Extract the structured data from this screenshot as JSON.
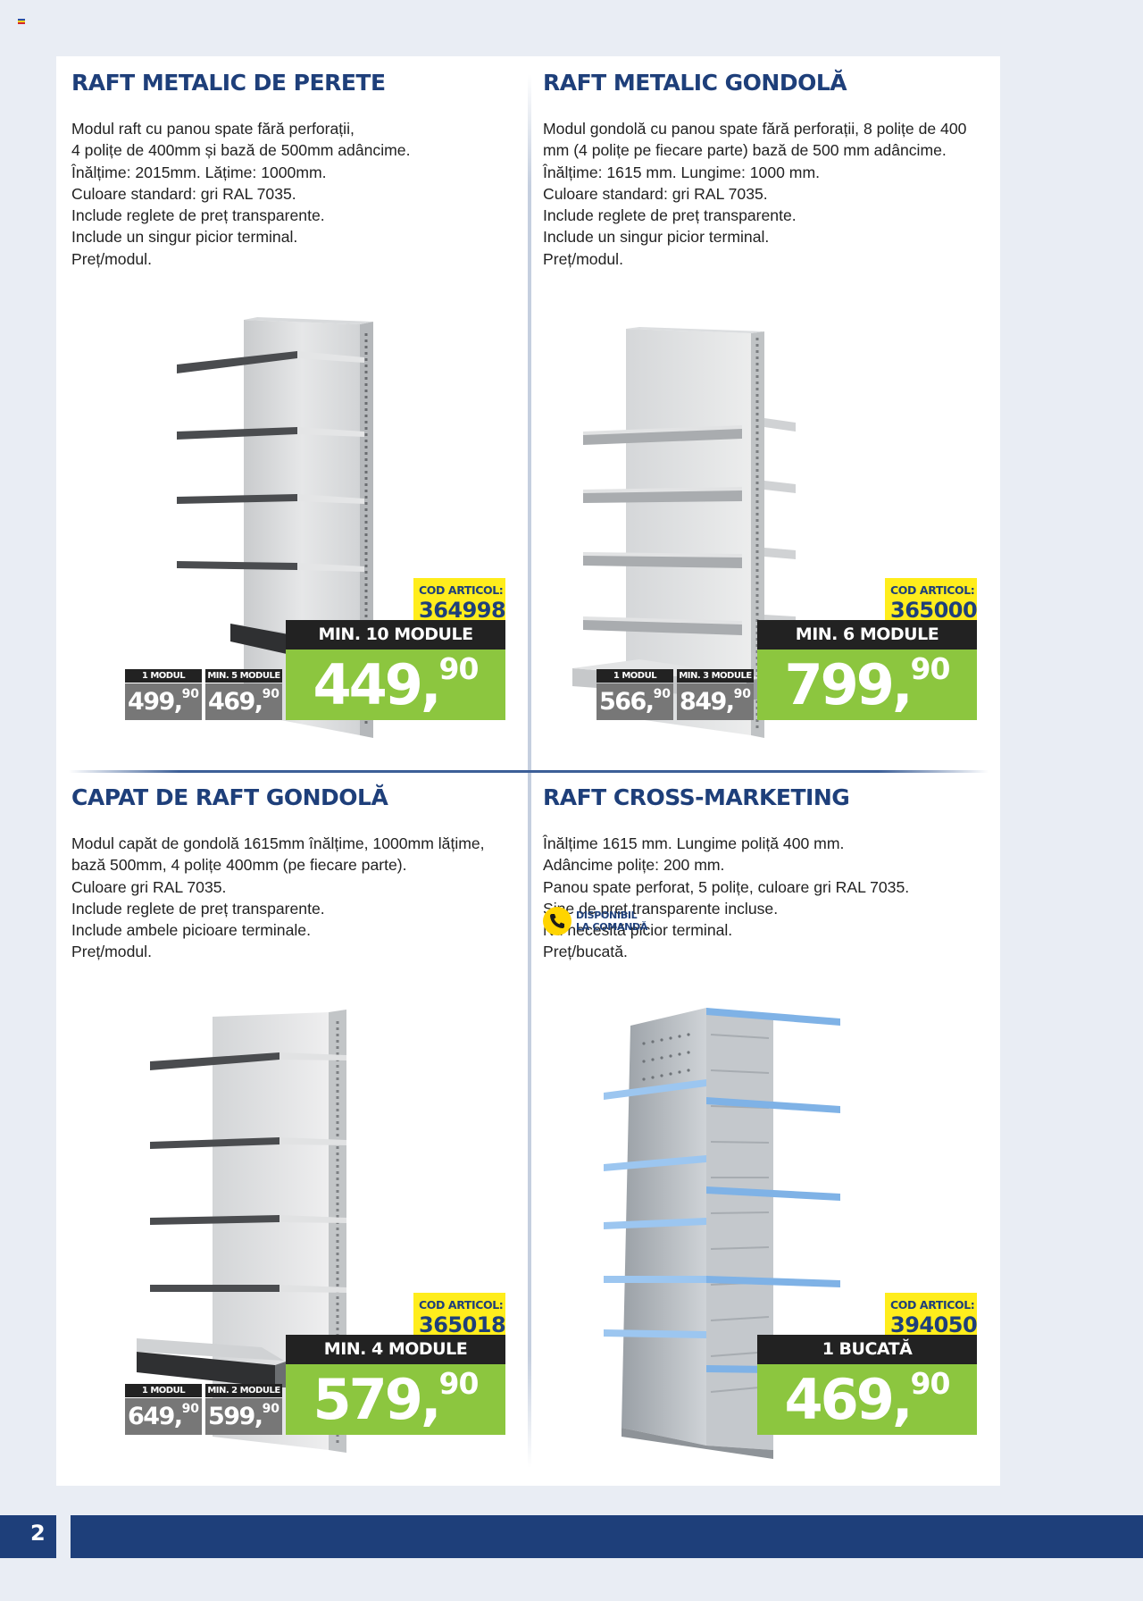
{
  "page": {
    "number": "2"
  },
  "colors": {
    "brand_blue": "#1e3f7a",
    "price_green": "#8cc63f",
    "code_yellow": "#ffed1c",
    "dark_bar": "#222222",
    "tier_grey": "#777777"
  },
  "products": [
    {
      "title": "RAFT METALIC DE PERETE",
      "description": [
        "Modul raft cu panou spate fără perforații,",
        "4 polițe de 400mm și bază de 500mm adâncime.",
        "Înălțime: 2015mm. Lățime: 1000mm.",
        "Culoare standard: gri RAL 7035.",
        "Include reglete de preț transparente.",
        "Include un singur picior terminal.",
        "Preț/modul."
      ],
      "code_label": "COD ARTICOL:",
      "code": "364998",
      "min_label": "MIN. 10 MODULE",
      "price": {
        "int": "449,",
        "dec": "90"
      },
      "tiers": [
        {
          "label": "1 MODUL",
          "int": "499,",
          "dec": "90"
        },
        {
          "label": "MIN. 5 MODULE",
          "int": "469,",
          "dec": "90"
        }
      ],
      "image": "wall-shelf-unit"
    },
    {
      "title": "RAFT METALIC GONDOLĂ",
      "description": [
        "Modul gondolă cu panou spate fără perforații, 8 polițe de 400",
        "mm (4 polițe pe fiecare parte) bază de 500 mm adâncime.",
        "Înălțime: 1615 mm. Lungime: 1000 mm.",
        "Culoare standard: gri RAL 7035.",
        "Include reglete de preț transparente.",
        "Include un singur picior terminal.",
        "Preț/modul."
      ],
      "code_label": "COD ARTICOL:",
      "code": "365000",
      "min_label": "MIN. 6 MODULE",
      "price": {
        "int": "799,",
        "dec": "90"
      },
      "tiers": [
        {
          "label": "1 MODUL",
          "int": "566,",
          "dec": "90"
        },
        {
          "label": "MIN. 3 MODULE",
          "int": "849,",
          "dec": "90"
        }
      ],
      "image": "gondola-shelf-unit"
    },
    {
      "title": "CAPAT DE RAFT GONDOLĂ",
      "description": [
        "Modul capăt de gondolă 1615mm înălțime, 1000mm lățime,",
        "bază 500mm, 4 polițe 400mm (pe fiecare parte).",
        "Culoare gri RAL 7035.",
        "Include reglete de preț transparente.",
        "Include ambele picioare terminale.",
        "Preț/modul."
      ],
      "code_label": "COD ARTICOL:",
      "code": "365018",
      "min_label": "MIN. 4 MODULE",
      "price": {
        "int": "579,",
        "dec": "90"
      },
      "tiers": [
        {
          "label": "1 MODUL",
          "int": "649,",
          "dec": "90"
        },
        {
          "label": "MIN. 2 MODULE",
          "int": "599,",
          "dec": "90"
        }
      ],
      "image": "gondola-end-shelf-unit"
    },
    {
      "title": "RAFT CROSS-MARKETING",
      "description": [
        "Înălțime 1615 mm. Lungime poliță 400 mm.",
        "Adâncime polițe: 200 mm.",
        "Panou spate perforat, 5 polițe, culoare gri RAL 7035.",
        "Șine de preț transparente incluse.",
        "Nu necesită picior terminal.",
        "Preț/bucată."
      ],
      "badge": {
        "line1": "DISPONIBIL",
        "line2": "LA COMANDĂ",
        "icon": "phone-icon"
      },
      "code_label": "COD ARTICOL:",
      "code": "394050",
      "min_label": "1 BUCATĂ",
      "price": {
        "int": "469,",
        "dec": "90"
      },
      "image": "cross-marketing-shelf-unit"
    }
  ]
}
